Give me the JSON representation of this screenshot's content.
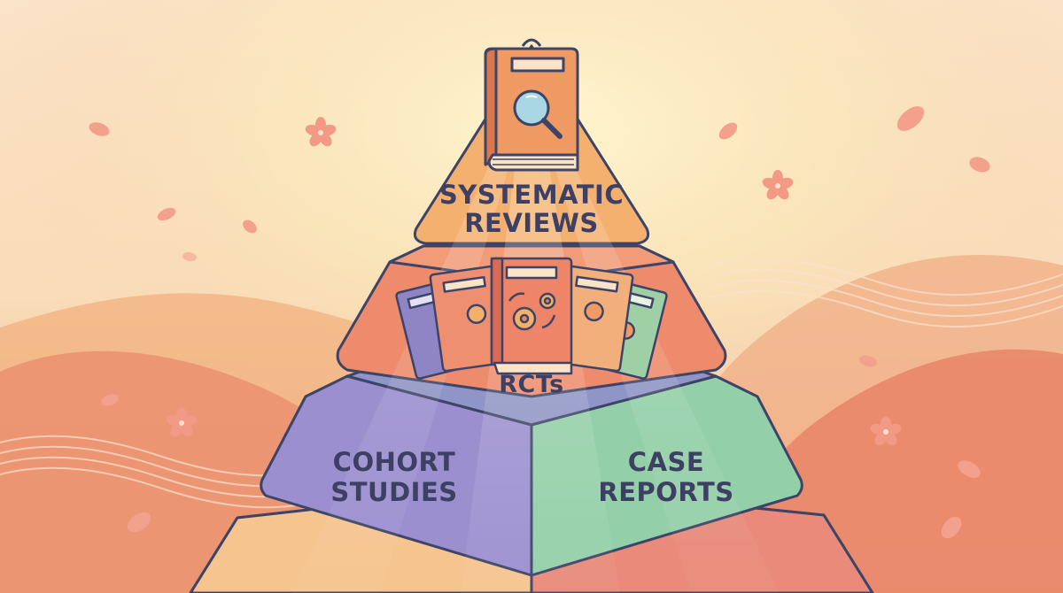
{
  "tiers": {
    "top": {
      "line1": "SYSTEMATIC",
      "line2": "REVIEWS",
      "color": "#f4b06f"
    },
    "second": {
      "label": "RCTs",
      "color": "#ee8b6c"
    },
    "left": {
      "line1": "COHORT",
      "line2": "STUDIES",
      "color": "#9b8fd0"
    },
    "right": {
      "line1": "CASE",
      "line2": "REPORTS",
      "color": "#93cfa9"
    }
  },
  "icons": {
    "top_book": "book-magnifier-icon",
    "rct_books": "books-with-gears-icon",
    "flowers": "cherry-blossom-icon"
  },
  "palette": {
    "outline": "#3d4467",
    "background_warm": "#f6c7a0",
    "background_coral": "#e9826a"
  }
}
